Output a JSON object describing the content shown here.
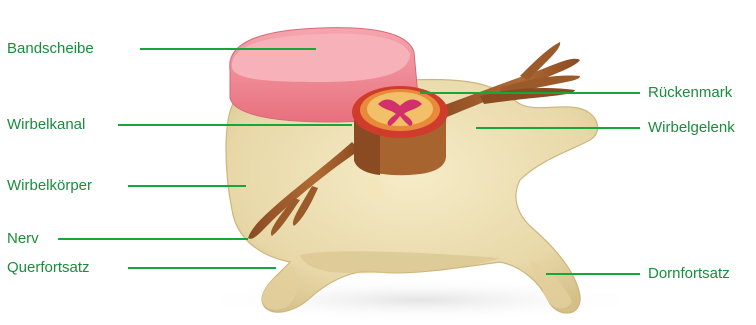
{
  "diagram": {
    "labels_left": [
      {
        "id": "bandscheibe",
        "text": "Bandscheibe"
      },
      {
        "id": "wirbelkanal",
        "text": "Wirbelkanal"
      },
      {
        "id": "wirbelkoerper",
        "text": "Wirbelkörper"
      },
      {
        "id": "nerv",
        "text": "Nerv"
      },
      {
        "id": "querfortsatz",
        "text": "Querfortsatz"
      }
    ],
    "labels_right": [
      {
        "id": "rueckenmark",
        "text": "Rückenmark"
      },
      {
        "id": "wirbelgelenk",
        "text": "Wirbelgelenk"
      },
      {
        "id": "dornfortsatz",
        "text": "Dornfortsatz"
      }
    ]
  },
  "colors": {
    "label_text": "#1a8c3c",
    "leader_line": "#18a63a",
    "bone": "#eadcb0",
    "bone_shadow": "#d4c08a",
    "disc": "#f08a96",
    "disc_top": "#f4a0aa",
    "nerve": "#9a5a2a",
    "spinal_cord": "#c8402a"
  }
}
